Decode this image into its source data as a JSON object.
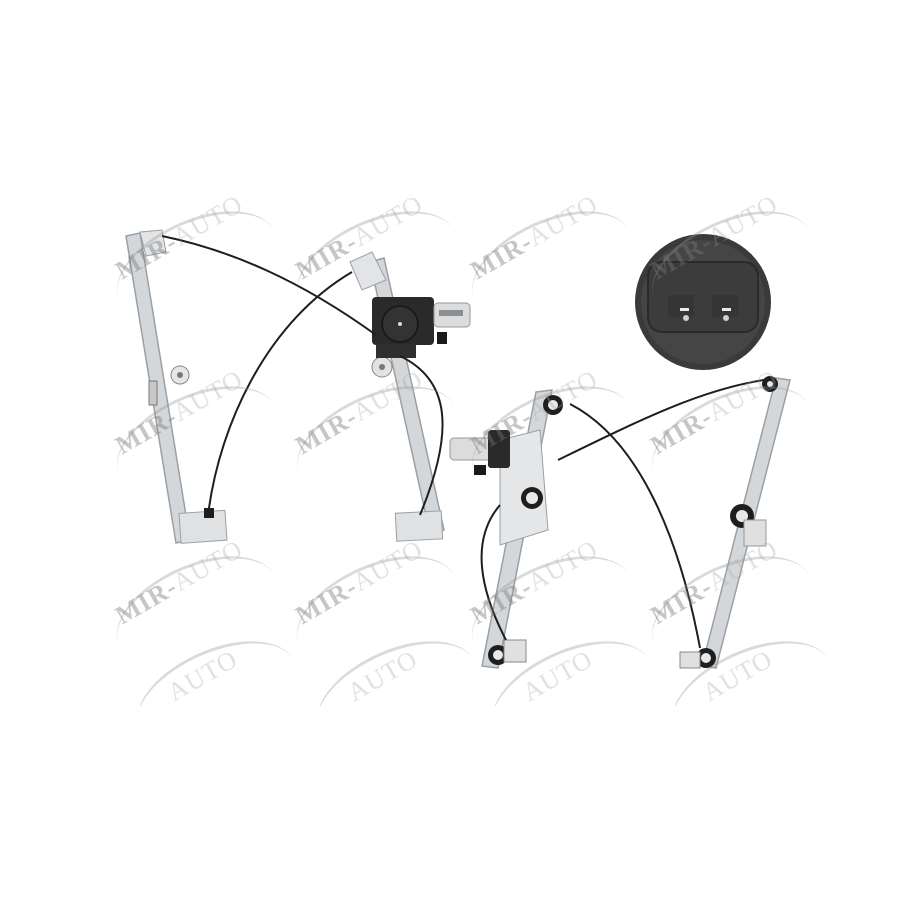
{
  "image": {
    "subject": "Electric window regulator set with motor and connector detail",
    "background_color": "#ffffff"
  },
  "watermark": {
    "brand_prefix": "MIR-",
    "brand_suffix": "AUTO",
    "tile_rows_y": [
      210,
      385,
      555,
      690
    ],
    "tile_cols_x": [
      110,
      290,
      465,
      645
    ],
    "text_color": "#808080"
  },
  "components": {
    "left_regulator": {
      "label": "Window regulator (with motor)",
      "motor_color": "#2b2b2b",
      "rail_color": "#c8ccd0"
    },
    "right_regulator": {
      "label": "Window regulator (with motor)",
      "motor_color": "#2b2b2b",
      "rail_color": "#c8ccd0"
    },
    "connector_inset": {
      "label": "Motor connector detail",
      "pins": 2,
      "color": "#3a3a3a"
    }
  },
  "colors": {
    "cable": "#1e1e1e",
    "metal": "#d4d7da",
    "metal_edge": "#9aa0a6",
    "motor": "#2a2a2a",
    "motor_can": "#dcdcdc"
  }
}
